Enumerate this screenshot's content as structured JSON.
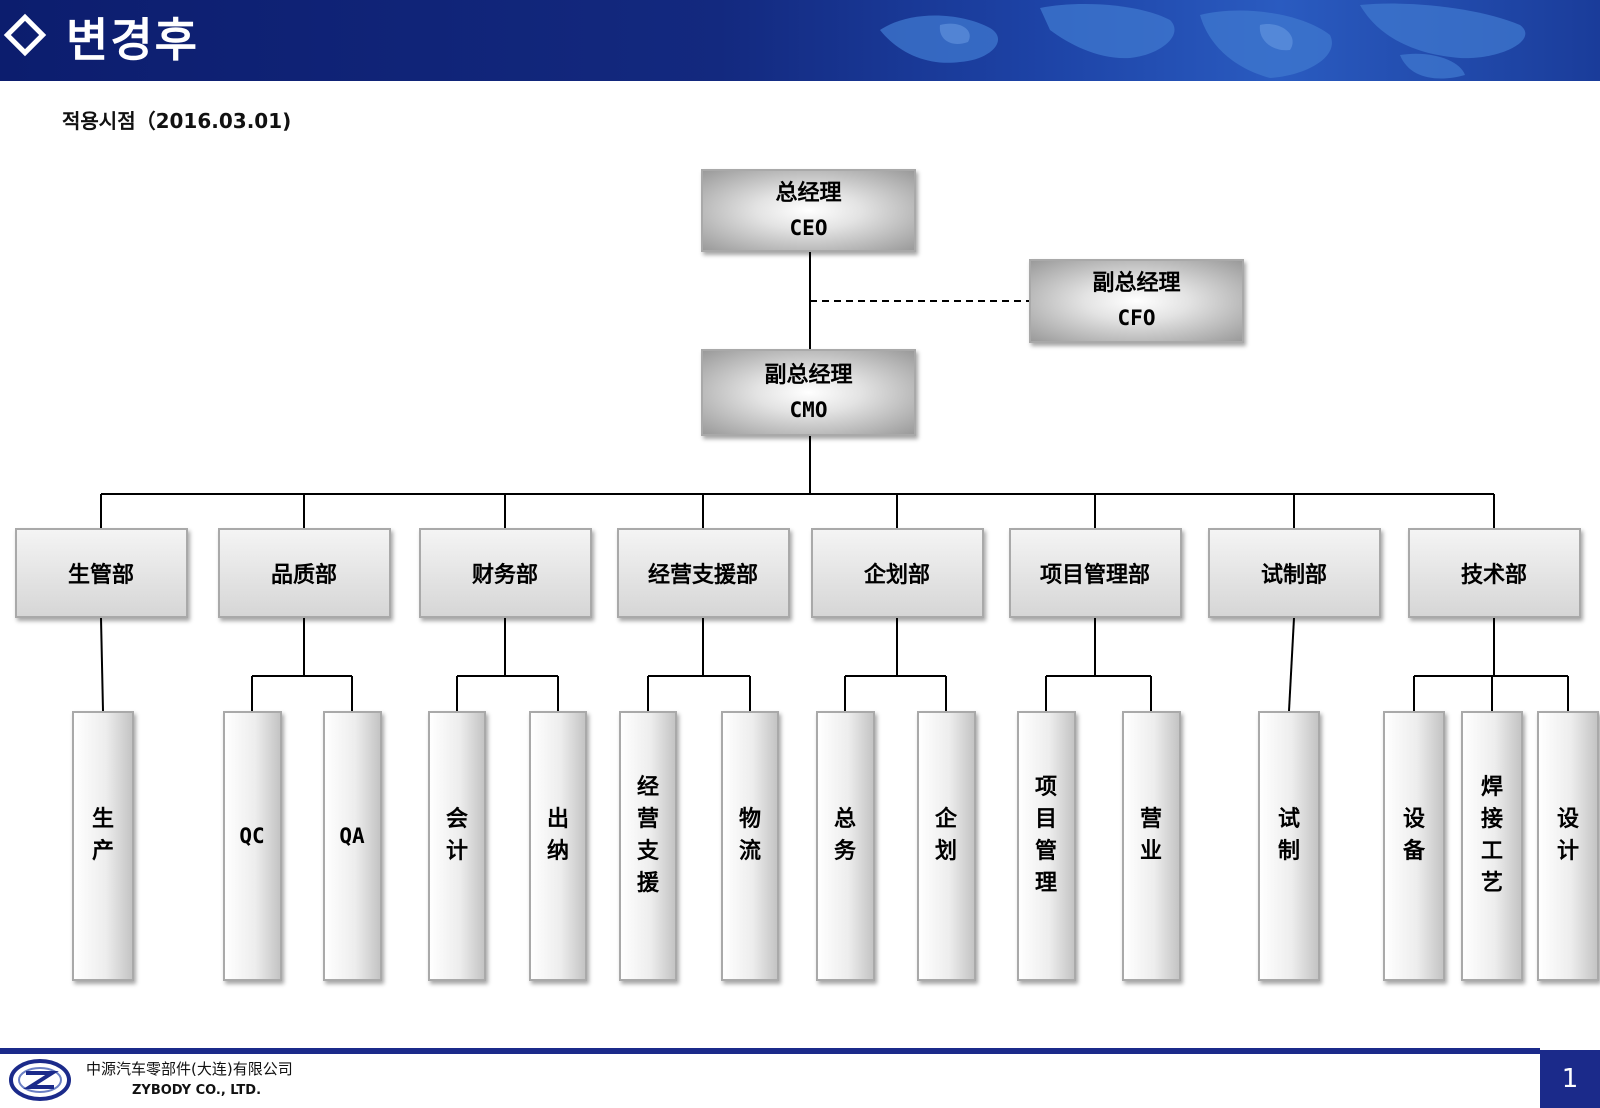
{
  "header": {
    "title": "변경후",
    "accent": "#13297f"
  },
  "subtitle": "적용시점（2016.03.01)",
  "org": {
    "ceo": {
      "cn": "总经理",
      "en": "CEO"
    },
    "cfo": {
      "cn": "副总经理",
      "en": "CFO"
    },
    "cmo": {
      "cn": "副总经理",
      "en": "CMO"
    },
    "departments": [
      {
        "name": "生管部",
        "units": [
          "生产"
        ]
      },
      {
        "name": "品质部",
        "units": [
          "QC",
          "QA"
        ]
      },
      {
        "name": "财务部",
        "units": [
          "会计",
          "出纳"
        ]
      },
      {
        "name": "经营支援部",
        "units": [
          "经营支援",
          "物流"
        ]
      },
      {
        "name": "企划部",
        "units": [
          "总务",
          "企划"
        ]
      },
      {
        "name": "项目管理部",
        "units": [
          "项目管理",
          "营业"
        ]
      },
      {
        "name": "试制部",
        "units": [
          "试制"
        ]
      },
      {
        "name": "技术部",
        "units": [
          "设备",
          "焊接工艺",
          "设计"
        ]
      }
    ]
  },
  "footer": {
    "company_cn": "中源汽车零部件(大连)有限公司",
    "company_en": "ZYBODY CO., LTD.",
    "logo_icon": "zybody-logo-icon",
    "page_number": "1",
    "accent": "#1b2a8a"
  }
}
